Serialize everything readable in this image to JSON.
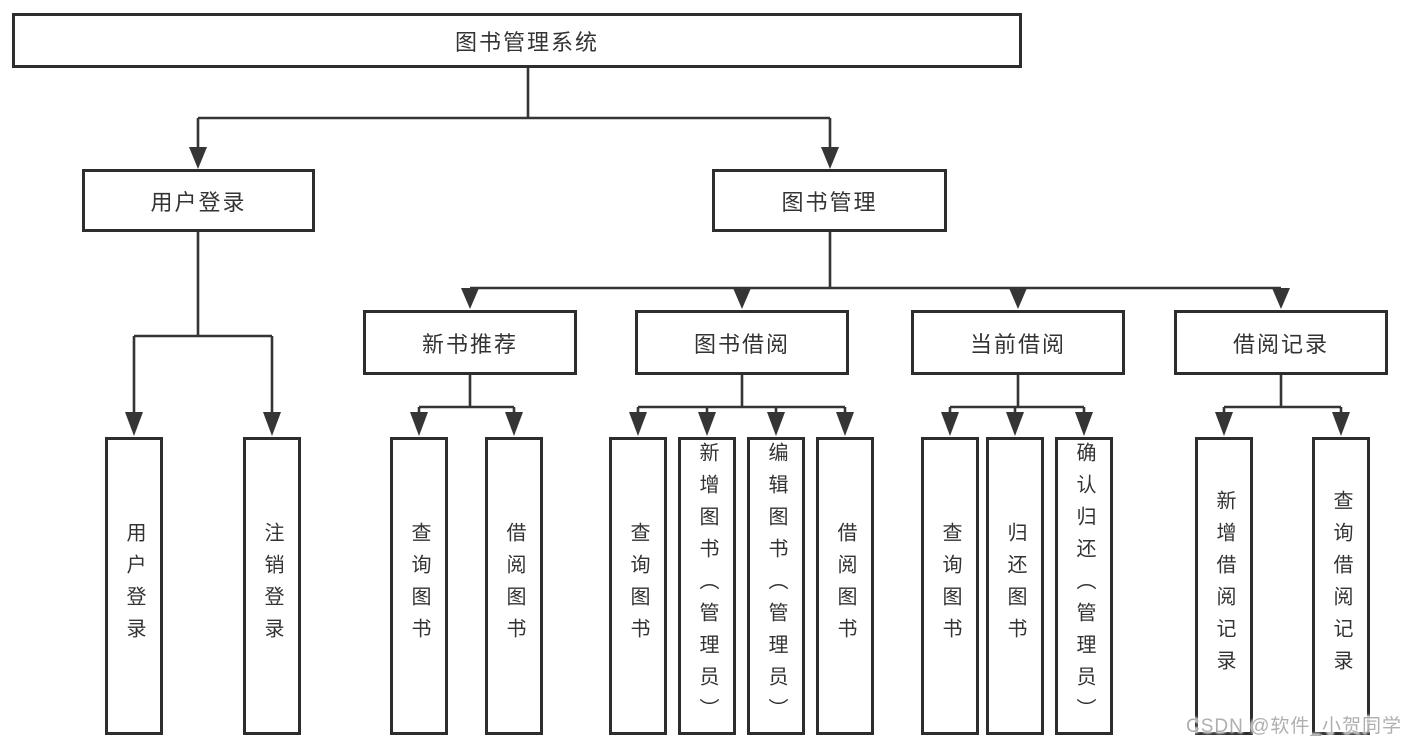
{
  "diagram_title": "图书管理系统",
  "tree": {
    "label": "图书管理系统",
    "children": [
      {
        "label": "用户登录",
        "children": [
          {
            "label": "用户登录"
          },
          {
            "label": "注销登录"
          }
        ]
      },
      {
        "label": "图书管理",
        "children": [
          {
            "label": "新书推荐",
            "children": [
              {
                "label": "查询图书"
              },
              {
                "label": "借阅图书"
              }
            ]
          },
          {
            "label": "图书借阅",
            "children": [
              {
                "label": "查询图书"
              },
              {
                "label": "新增图书（管理员）"
              },
              {
                "label": "编辑图书（管理员）"
              },
              {
                "label": "借阅图书"
              }
            ]
          },
          {
            "label": "当前借阅",
            "children": [
              {
                "label": "查询图书"
              },
              {
                "label": "归还图书"
              },
              {
                "label": "确认归还（管理员）"
              }
            ]
          },
          {
            "label": "借阅记录",
            "children": [
              {
                "label": "新增借阅记录"
              },
              {
                "label": "查询借阅记录"
              }
            ]
          }
        ]
      }
    ]
  },
  "watermark": {
    "text": "CSDN @软件_小贺同学"
  },
  "colors": {
    "background": "#ffffff",
    "box_border": "#2d2d2d",
    "connector_line": "#353535",
    "text": "#333333",
    "watermark_text": "#afafaf"
  }
}
